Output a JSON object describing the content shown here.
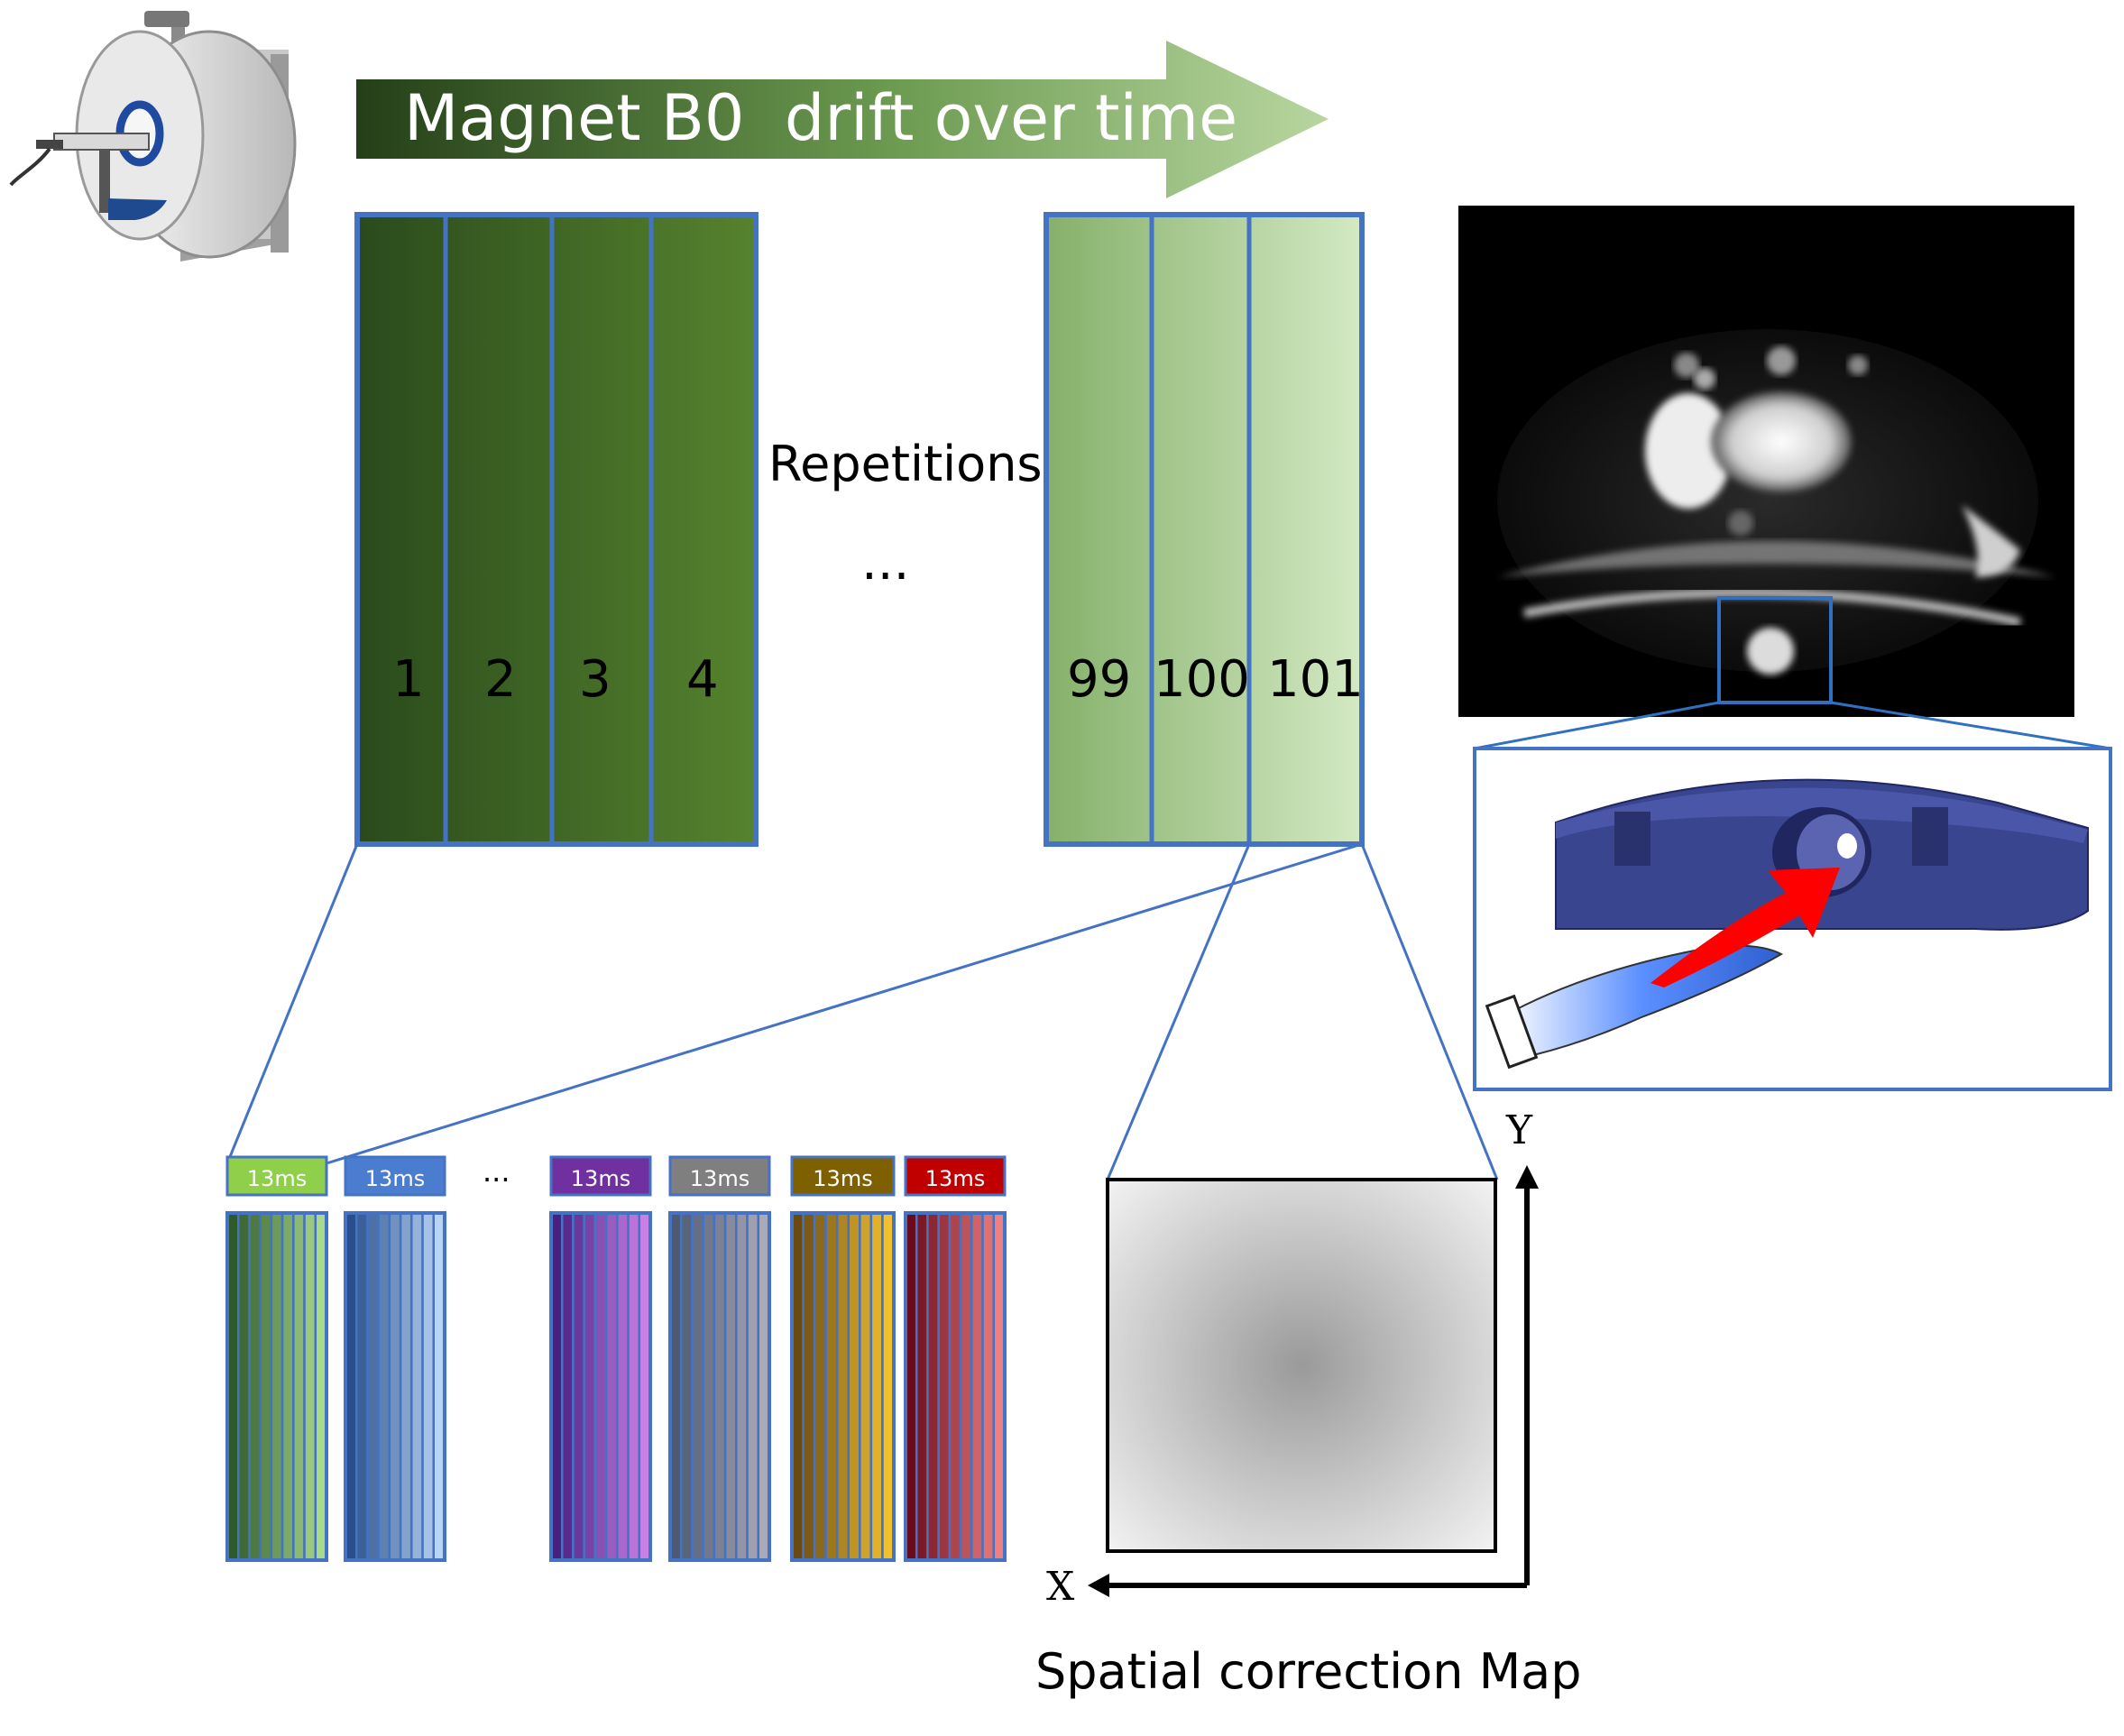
{
  "arrow": {
    "label": "Magnet B0  drift over time"
  },
  "early_block": {
    "repetitions": [
      "1",
      "2",
      "3",
      "4"
    ]
  },
  "middle": {
    "repetitions_label": "Repetitions",
    "ellipsis": "..."
  },
  "late_block": {
    "repetitions": [
      "99",
      "100",
      "101"
    ]
  },
  "echo_trains": {
    "ellipsis": "...",
    "items": [
      {
        "label": "13ms",
        "color": "#8fcf4a",
        "dark": "#2e5a2a",
        "light": "#a9d98a"
      },
      {
        "label": "13ms",
        "color": "#4a7dd0",
        "dark": "#2a4f8a",
        "light": "#b8d4f4"
      },
      {
        "label": "13ms",
        "color": "#7030a0",
        "dark": "#4a1f80",
        "light": "#c880e6"
      },
      {
        "label": "13ms",
        "color": "#7f7f7f",
        "dark": "#4f5a6f",
        "light": "#a9a9b8"
      },
      {
        "label": "13ms",
        "color": "#7f6000",
        "dark": "#6b4a12",
        "light": "#f0c030"
      },
      {
        "label": "13ms",
        "color": "#c00000",
        "dark": "#6a0a1a",
        "light": "#f08080"
      }
    ]
  },
  "map": {
    "caption": "Spatial correction Map",
    "x_axis": "X",
    "y_axis": "Y"
  },
  "colors": {
    "frame": "#4472c4",
    "dark_green": "#2e4a20",
    "light_green": "#c5e0b4",
    "arrow_red": "#ff0000",
    "holder": "#3a4590"
  }
}
